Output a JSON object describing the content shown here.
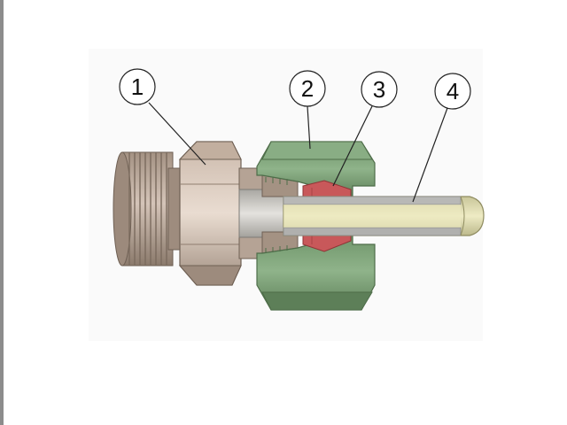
{
  "callouts": [
    {
      "id": "1",
      "label": "1",
      "part": "fitting-body"
    },
    {
      "id": "2",
      "label": "2",
      "part": "union-nut"
    },
    {
      "id": "3",
      "label": "3",
      "part": "cutting-ring"
    },
    {
      "id": "4",
      "label": "4",
      "part": "tube"
    }
  ],
  "colors": {
    "body": "#b7a597",
    "body_dark": "#8f7e70",
    "nut": "#7fa27a",
    "nut_dark": "#5e8059",
    "ring": "#c8585a",
    "tube": "#e0ddb0",
    "tube_dark": "#b9b68a",
    "bore": "#c9c7c3",
    "leader": "#222222",
    "background_panel": "#fafafa"
  }
}
